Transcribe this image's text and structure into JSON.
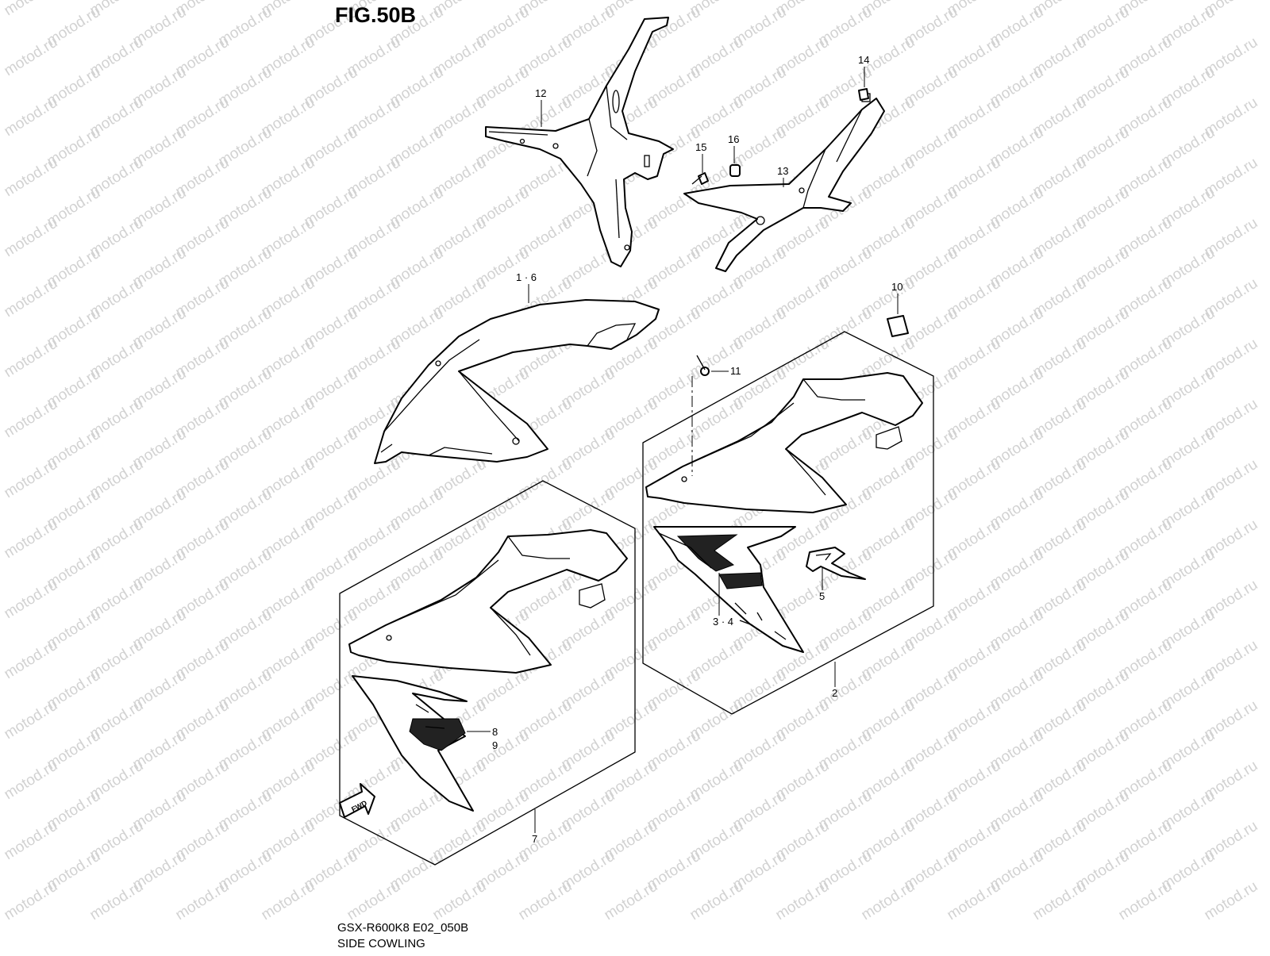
{
  "figure": {
    "title": "FIG.50B",
    "model_code": "GSX-R600K8 E02_050B",
    "name": "SIDE COWLING",
    "direction_label": "FWD"
  },
  "watermark": "motod.ru",
  "callouts": [
    {
      "id": "c12",
      "label": "12"
    },
    {
      "id": "c14",
      "label": "14"
    },
    {
      "id": "c15",
      "label": "15"
    },
    {
      "id": "c16",
      "label": "16"
    },
    {
      "id": "c13",
      "label": "13"
    },
    {
      "id": "c1-6",
      "label": "1 · 6"
    },
    {
      "id": "c10",
      "label": "10"
    },
    {
      "id": "c11",
      "label": "11"
    },
    {
      "id": "c5",
      "label": "5"
    },
    {
      "id": "c3-4",
      "label": "3 · 4"
    },
    {
      "id": "c2",
      "label": "2"
    },
    {
      "id": "c8",
      "label": "8"
    },
    {
      "id": "c9",
      "label": "9"
    },
    {
      "id": "c7",
      "label": "7"
    }
  ],
  "colors": {
    "line": "#000000",
    "watermark": "#d2d2d2",
    "background": "#ffffff"
  }
}
